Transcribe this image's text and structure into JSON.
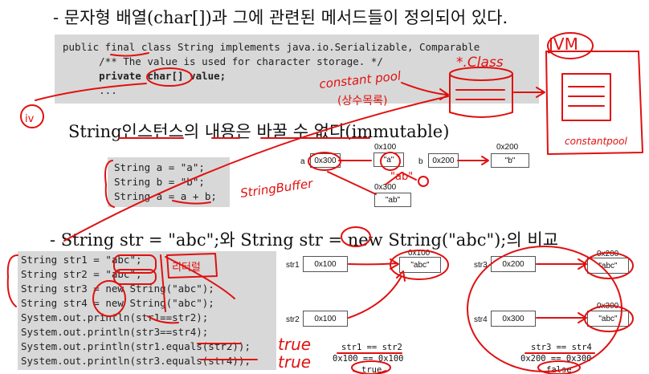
{
  "heading1": "- 문자형 배열(char[])과 그에 관련된 메서드들이 정의되어 있다.",
  "code1": [
    "public final class String implements java.io.Serializable, Comparable",
    "      /** The value is used for character storage. */",
    "      private char[] value;",
    "      ..."
  ],
  "heading2": "String인스턴스의 내용은 바꿀 수 없다(immutable)",
  "code2": [
    "String a = \"a\";",
    "String b = \"b\";",
    "String a = a + b;"
  ],
  "mem1": {
    "a_label": "a",
    "a_ref": "0x300",
    "addr1": "0x100",
    "val1": "\"a\"",
    "b_label": "b",
    "b_ref": "0x200",
    "addr2": "0x200",
    "val2": "\"b\"",
    "addr3": "0x300",
    "val3": "\"ab\""
  },
  "heading3": "- String str = \"abc\";와 String str = new String(\"abc\");의 비교",
  "code3": [
    "String str1 = \"abc\";",
    "String str2 = \"abc\";",
    "String str3 = new String(\"abc\");",
    "String str4 = new String(\"abc\");",
    "System.out.println(str1==str2);",
    "System.out.println(str3==str4);",
    "System.out.println(str1.equals(str2));",
    "System.out.println(str3.equals(str4));"
  ],
  "mem2": {
    "str1": "str1",
    "str1_ref": "0x100",
    "str2": "str2",
    "str2_ref": "0x100",
    "addr": "0x100",
    "val": "\"abc\"",
    "cmp1": "str1 == str2",
    "cmp2": "0x100 == 0x100",
    "res": "true"
  },
  "mem3": {
    "str3": "str3",
    "str3_ref": "0x200",
    "str4": "str4",
    "str4_ref": "0x300",
    "addrA": "0x200",
    "valA": "\"abc\"",
    "addrB": "0x300",
    "valB": "\"abc\"",
    "cmp1": "str3 == str4",
    "cmp2": "0x200 == 0x300",
    "res": "false"
  },
  "annotations": {
    "jvm": "JVM",
    "class": "*.Class",
    "constant_pool": "constant pool",
    "sangsu": "(상수목록)",
    "constant_pool2": "constantpool",
    "string_buffer": "StringBuffer",
    "literal": "리터럴",
    "true1": "true",
    "true2": "true",
    "iv": "iv",
    "ab": "\"ab\""
  },
  "colors": {
    "ink": "#e01010",
    "code_bg": "#d8d8d8"
  }
}
